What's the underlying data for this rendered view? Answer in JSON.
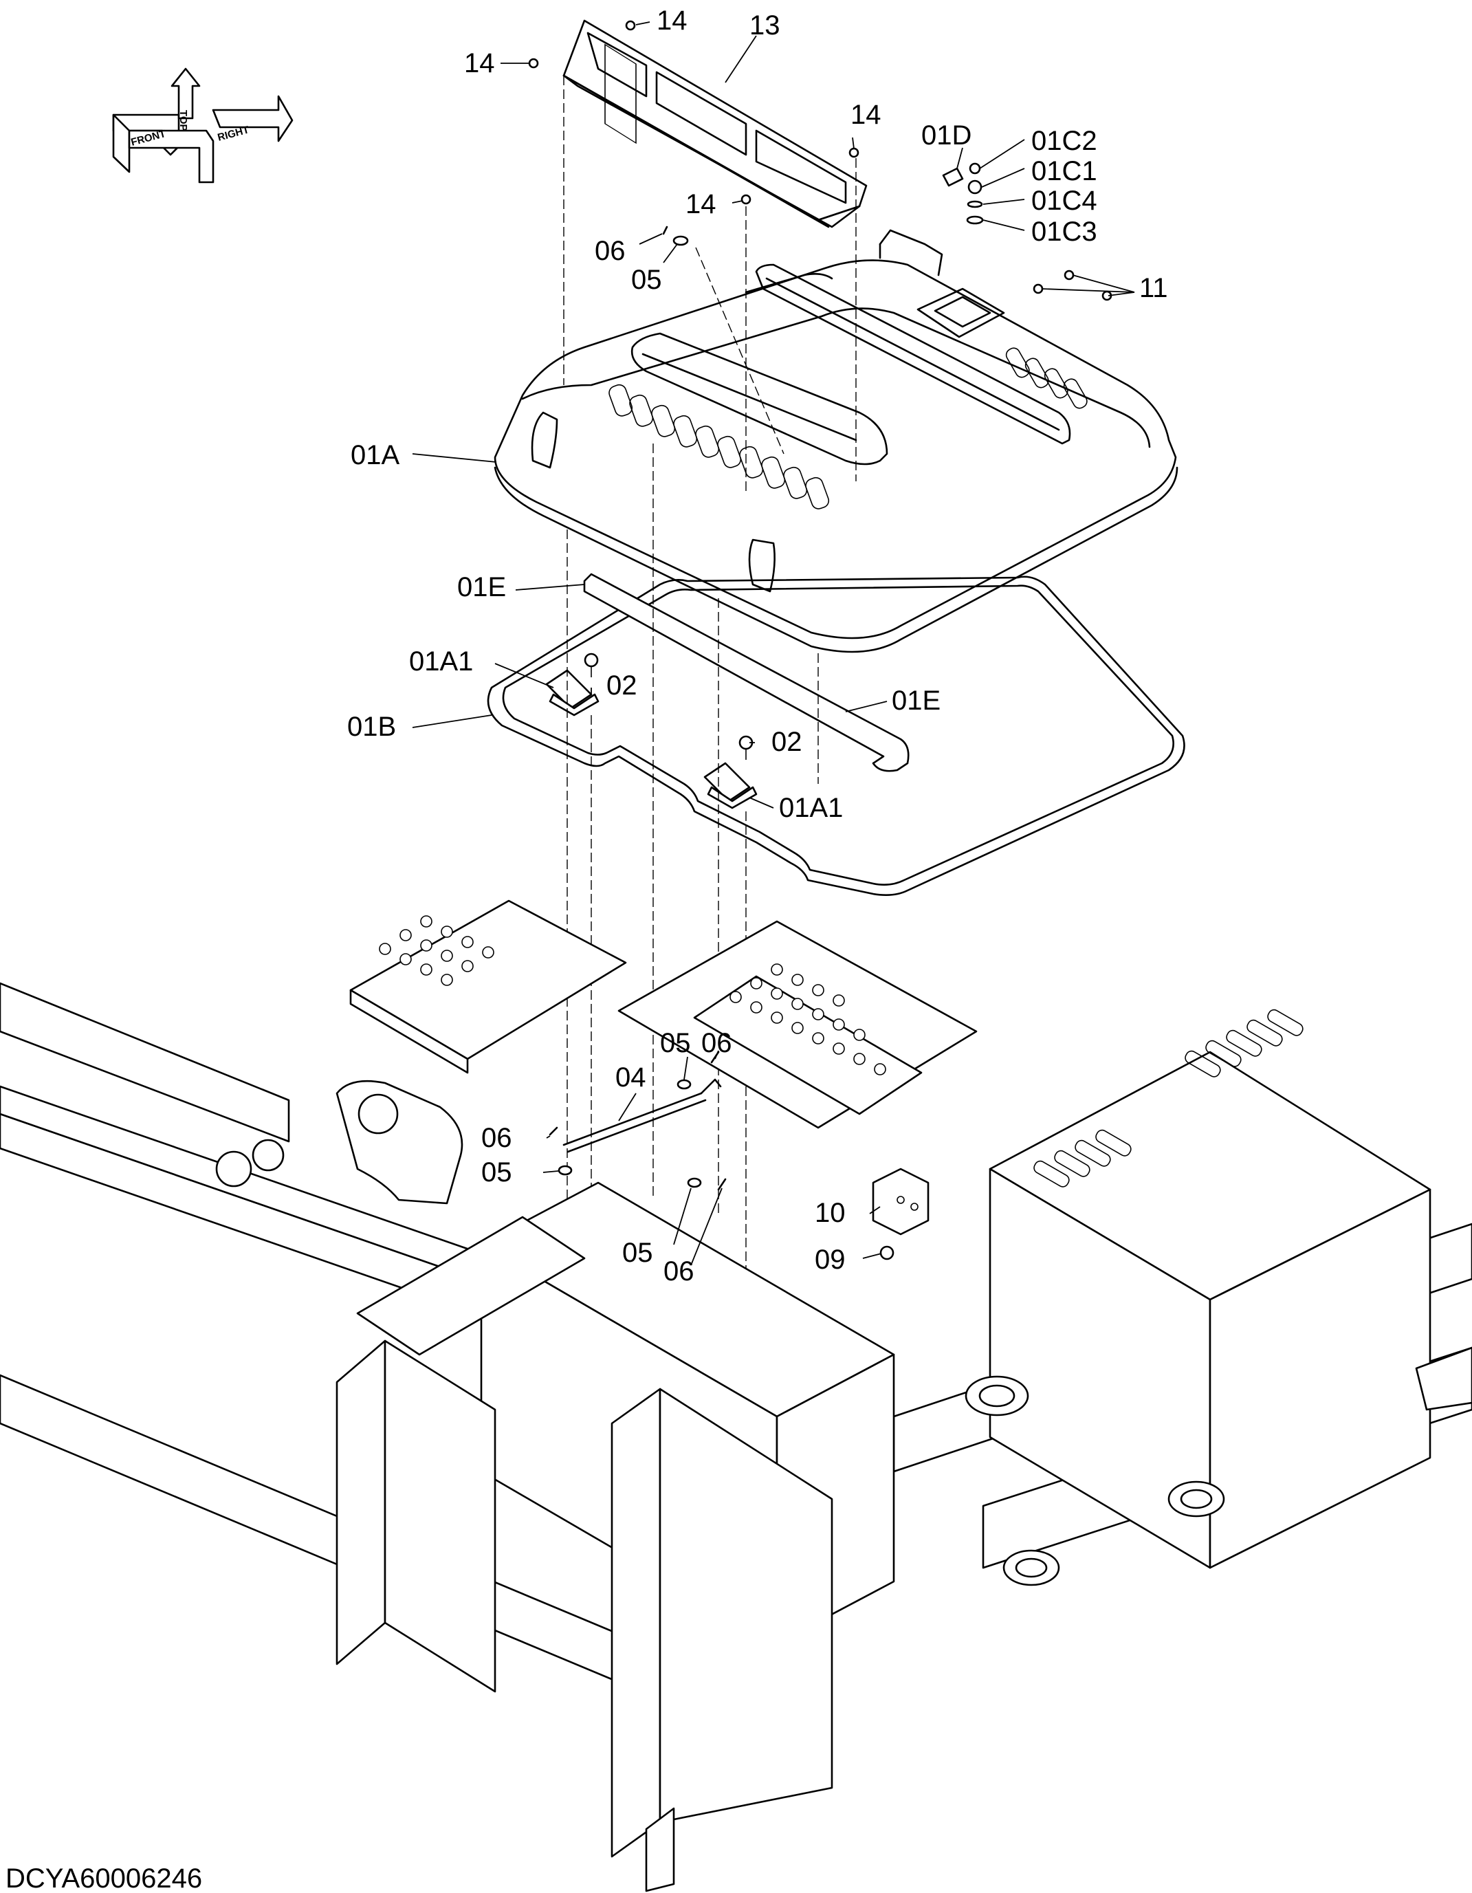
{
  "drawing_id": "DCYA60006246",
  "orientation_arrow": {
    "front": "FRONT",
    "top": "TOP",
    "right": "RIGHT"
  },
  "callouts": [
    {
      "id": "c14a",
      "text": "14"
    },
    {
      "id": "c14b",
      "text": "14"
    },
    {
      "id": "c13",
      "text": "13"
    },
    {
      "id": "c14c",
      "text": "14"
    },
    {
      "id": "c14d",
      "text": "14"
    },
    {
      "id": "c01D",
      "text": "01D"
    },
    {
      "id": "c01C2",
      "text": "01C2"
    },
    {
      "id": "c01C1",
      "text": "01C1"
    },
    {
      "id": "c01C4",
      "text": "01C4"
    },
    {
      "id": "c01C3",
      "text": "01C3"
    },
    {
      "id": "c06a",
      "text": "06"
    },
    {
      "id": "c05a",
      "text": "05"
    },
    {
      "id": "c11",
      "text": "11"
    },
    {
      "id": "c01A",
      "text": "01A"
    },
    {
      "id": "c01Ea",
      "text": "01E"
    },
    {
      "id": "c01A1a",
      "text": "01A1"
    },
    {
      "id": "c02a",
      "text": "02"
    },
    {
      "id": "c01B",
      "text": "01B"
    },
    {
      "id": "c01Eb",
      "text": "01E"
    },
    {
      "id": "c02b",
      "text": "02"
    },
    {
      "id": "c01A1b",
      "text": "01A1"
    },
    {
      "id": "c05b",
      "text": "05"
    },
    {
      "id": "c06b",
      "text": "06"
    },
    {
      "id": "c04",
      "text": "04"
    },
    {
      "id": "c06c",
      "text": "06"
    },
    {
      "id": "c05c",
      "text": "05"
    },
    {
      "id": "c10",
      "text": "10"
    },
    {
      "id": "c05d",
      "text": "05"
    },
    {
      "id": "c06d",
      "text": "06"
    },
    {
      "id": "c09",
      "text": "09"
    }
  ]
}
